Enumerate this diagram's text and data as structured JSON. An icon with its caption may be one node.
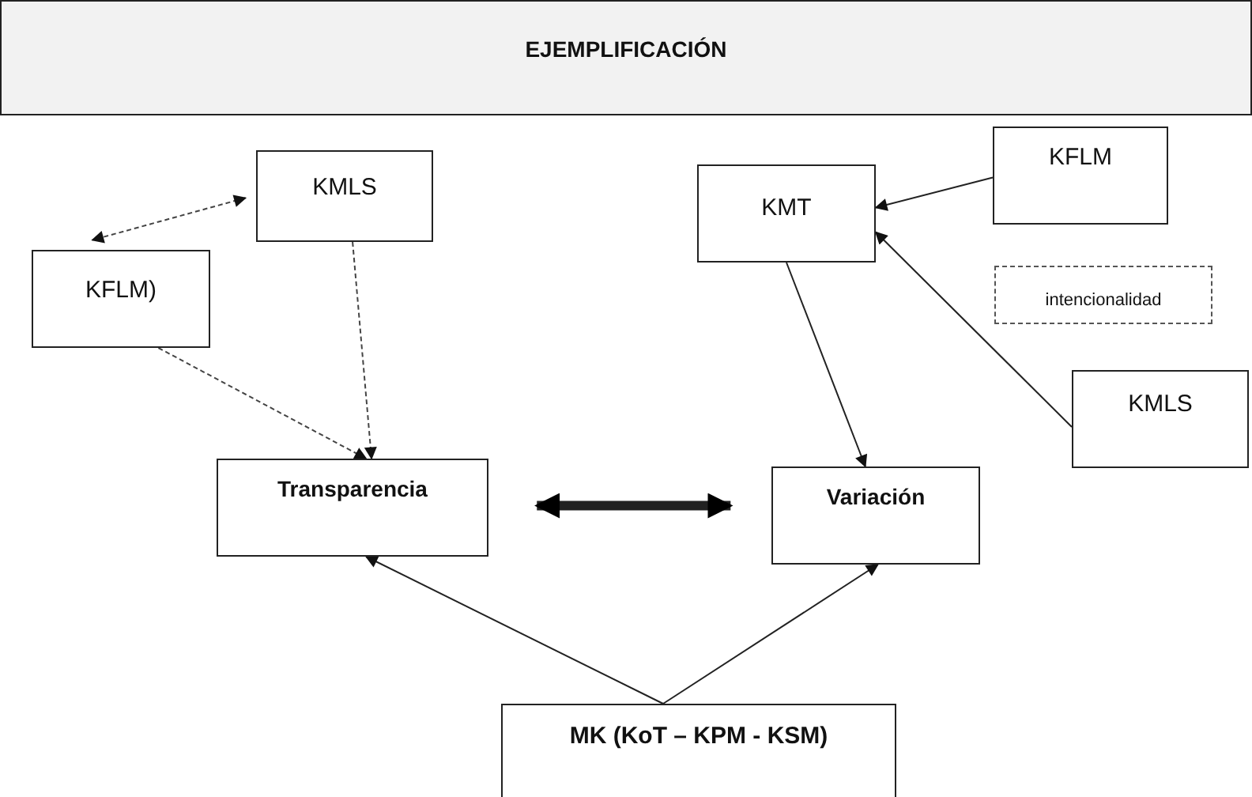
{
  "diagram": {
    "nodes": [
      {
        "text": [
          "EJEMPLIFICACIÓN"
        ]
      },
      {
        "text": [
          "KMLS"
        ]
      },
      {
        "text": [
          "KFLM)"
        ]
      },
      {
        "text": [
          "KMT"
        ]
      },
      {
        "text": [
          "KFLM"
        ]
      },
      {
        "text": [
          "intencionalidad"
        ]
      },
      {
        "text": [
          "KMLS"
        ]
      },
      {
        "text": [
          "Transparencia"
        ]
      },
      {
        "text": [
          "Variación"
        ]
      },
      {
        "text": [
          "MK (KoT – KPM - KSM)"
        ]
      }
    ],
    "edges": [
      {
        "from": 1,
        "to": 2,
        "arrow": "both",
        "style": "dashed"
      },
      {
        "from": 2,
        "to": 7,
        "arrow": "to",
        "style": "dashed"
      },
      {
        "from": 1,
        "to": 7,
        "arrow": "to",
        "style": "dashed"
      },
      {
        "from": 4,
        "to": 3,
        "arrow": "to"
      },
      {
        "from": 6,
        "to": 3,
        "arrow": "to"
      },
      {
        "from": 3,
        "to": 8,
        "arrow": "to"
      },
      {
        "from": 7,
        "to": 8,
        "arrow": "both",
        "style": "thick"
      },
      {
        "from": 9,
        "to": 7,
        "arrow": "to"
      },
      {
        "from": 9,
        "to": 8,
        "arrow": "to"
      }
    ]
  }
}
